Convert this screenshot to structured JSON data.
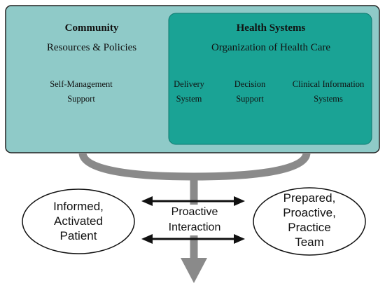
{
  "community": {
    "title": "Community",
    "subtitle": "Resources & Policies",
    "items": [
      {
        "line1": "Self-Management",
        "line2": "Support"
      }
    ]
  },
  "health_systems": {
    "title": "Health Systems",
    "subtitle": "Organization of Health Care",
    "items": [
      {
        "line1": "Delivery",
        "line2": "System"
      },
      {
        "line1": "Decision",
        "line2": "Support"
      },
      {
        "line1": "Clinical Information",
        "line2": "Systems"
      }
    ]
  },
  "left_oval": {
    "lines": [
      "Informed,",
      "Activated",
      "Patient"
    ]
  },
  "right_oval": {
    "lines": [
      "Prepared,",
      "Proactive,",
      "Practice",
      "Team"
    ]
  },
  "center": {
    "lines": [
      "Proactive",
      "Interaction"
    ]
  },
  "colors": {
    "outer_box": "#8fcac8",
    "inner_box": "#1aa395",
    "connector": "#8a8a8a",
    "arrow": "#111111"
  }
}
